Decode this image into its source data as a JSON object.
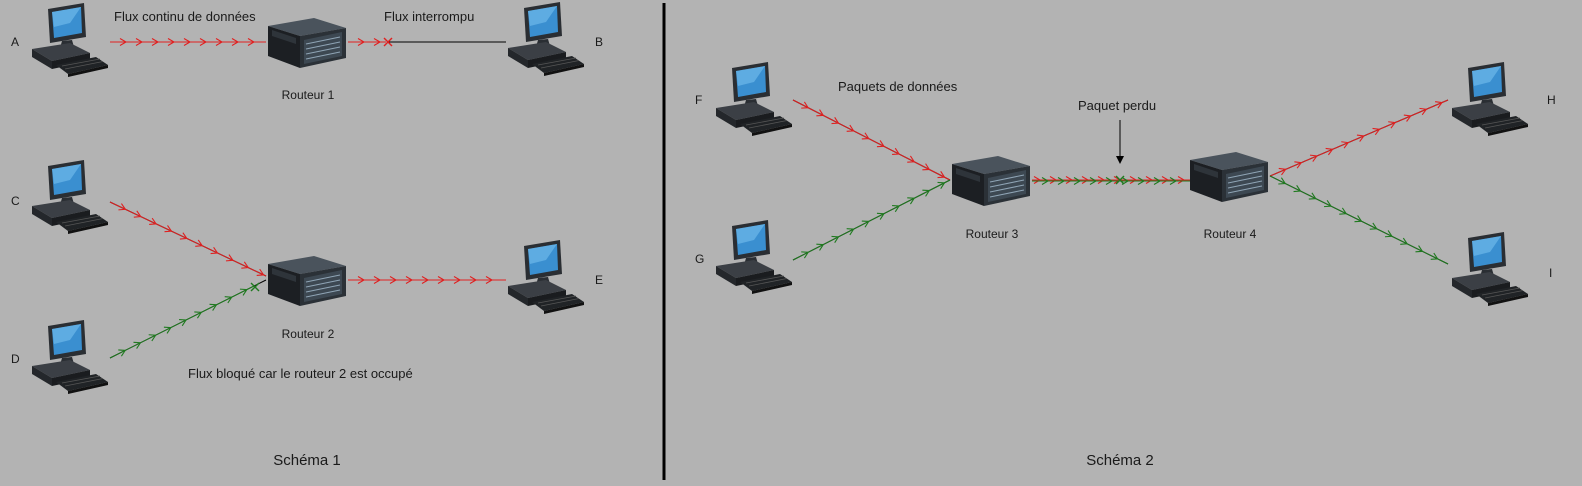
{
  "schema1": {
    "title": "Schéma 1",
    "nodes": {
      "A": "A",
      "B": "B",
      "C": "C",
      "D": "D",
      "E": "E"
    },
    "router1": "Routeur 1",
    "router2": "Routeur 2",
    "label_continuous": "Flux continu de données",
    "label_interrupted": "Flux interrompu",
    "label_blocked": "Flux bloqué car le routeur 2 est occupé"
  },
  "schema2": {
    "title": "Schéma 2",
    "nodes": {
      "F": "F",
      "G": "G",
      "H": "H",
      "I": "I"
    },
    "router3": "Routeur 3",
    "router4": "Routeur 4",
    "label_packets": "Paquets de données",
    "label_lost": "Paquet perdu"
  },
  "colors": {
    "background": "#b3b3b3",
    "flow_red": "#e02020",
    "flow_green": "#1f7a1f",
    "divider": "#000000"
  },
  "icons": {
    "computer": "desktop-computer-icon",
    "router": "server-router-icon"
  }
}
